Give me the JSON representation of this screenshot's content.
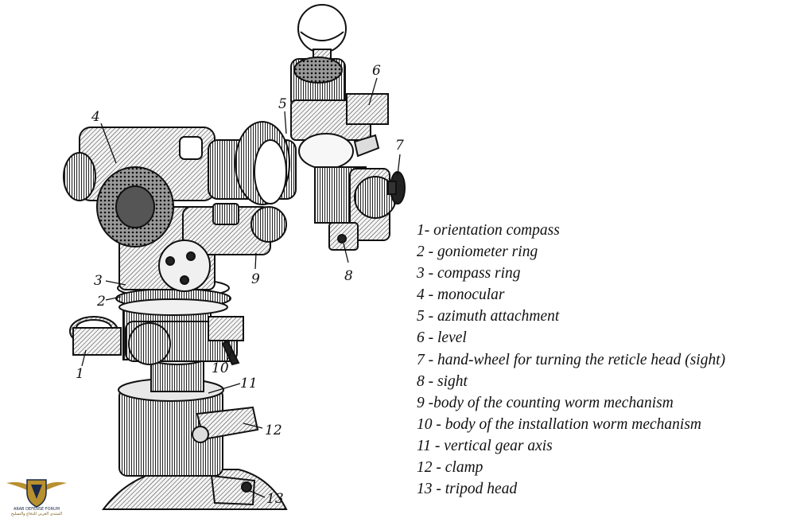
{
  "diagram": {
    "callouts": [
      "1",
      "2",
      "3",
      "4",
      "5",
      "5",
      "6",
      "7",
      "8",
      "9",
      "10",
      "11",
      "12",
      "13"
    ],
    "legend": [
      "1- orientation compass",
      "2 - goniometer ring",
      "3 - compass ring",
      "4 - monocular",
      "5 - azimuth attachment",
      "6 - level",
      "7 - hand-wheel for turning the reticle head (sight)",
      "8 - sight",
      "9 -body of the counting worm mechanism",
      "10 - body of the installation worm mechanism",
      "11 - vertical gear axis",
      "12 - clamp",
      "13 - tripod head"
    ]
  },
  "watermark": {
    "name": "ARAB DEFENSE FORUM",
    "arabic": "المنتدى العربي للدفاع والتسليح",
    "colors": {
      "gold": "#b8902e",
      "navy": "#1a2a4a"
    }
  }
}
